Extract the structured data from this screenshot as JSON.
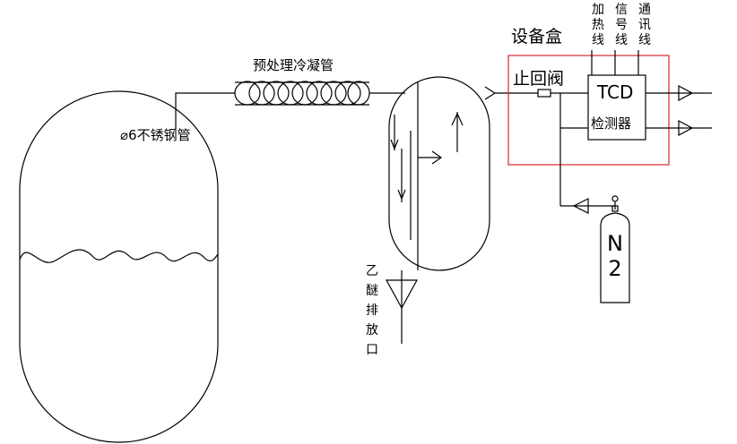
{
  "labels": {
    "stainless_pipe": "⌀6不锈钢管",
    "condenser": "预处理冷凝管",
    "device_box": "设备盒",
    "check_valve": "止回阀",
    "tcd": "TCD",
    "detector": "检测器",
    "heating_wire": "加热线",
    "signal_wire": "信号线",
    "comm_wire": "通讯线",
    "ether_vent": "乙醚排放口",
    "n2": "N2"
  },
  "colors": {
    "line": "#000000",
    "device_box_border": "#d9262b",
    "background": "#ffffff"
  }
}
